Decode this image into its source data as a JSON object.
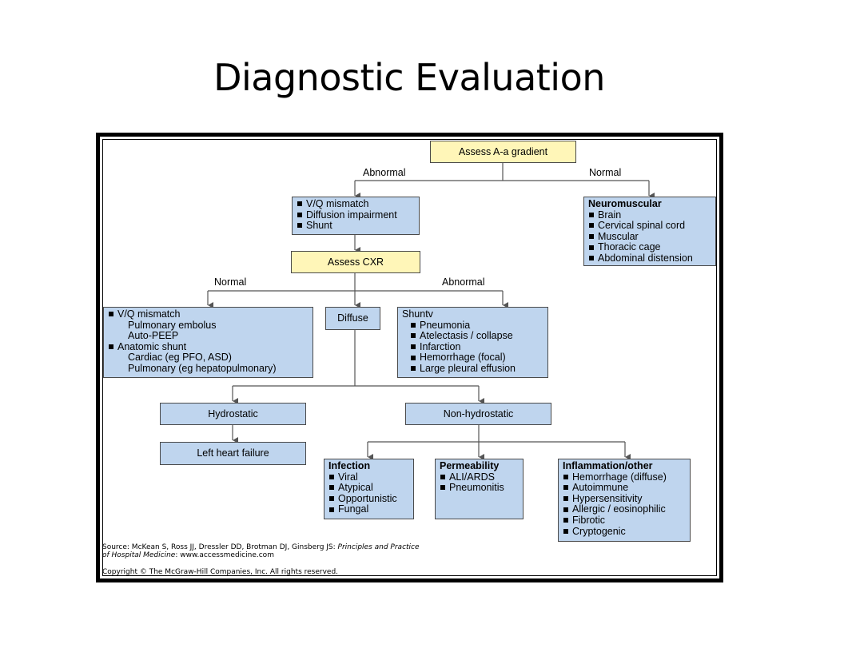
{
  "slide": {
    "title": "Diagnostic Evaluation"
  },
  "flowchart": {
    "assess_aa": "Assess A-a gradient",
    "label_abnormal_top": "Abnormal",
    "label_normal_top": "Normal",
    "mismatch_items": [
      "V/Q mismatch",
      "Diffusion impairment",
      "Shunt"
    ],
    "neuromuscular": {
      "title": "Neuromuscular",
      "items": [
        "Brain",
        "Cervical spinal cord",
        "Muscular",
        "Thoracic cage",
        "Abdominal distension"
      ]
    },
    "assess_cxr": "Assess CXR",
    "label_normal_cxr": "Normal",
    "label_abnormal_cxr": "Abnormal",
    "normal_cxr_box": {
      "vq": "V/Q mismatch",
      "vq_sub": [
        "Pulmonary embolus",
        "Auto-PEEP"
      ],
      "shunt": "Anatomic shunt",
      "shunt_sub": [
        "Cardiac (eg PFO, ASD)",
        "Pulmonary (eg hepatopulmonary)"
      ]
    },
    "diffuse": "Diffuse",
    "shunt_box": {
      "title": "Shuntv",
      "items": [
        "Pneumonia",
        "Atelectasis / collapse",
        "Infarction",
        "Hemorrhage (focal)",
        "Large pleural effusion"
      ]
    },
    "hydrostatic": "Hydrostatic",
    "non_hydrostatic": "Non-hydrostatic",
    "left_heart_failure": "Left heart failure",
    "infection": {
      "title": "Infection",
      "items": [
        "Viral",
        "Atypical",
        "Opportunistic",
        "Fungal"
      ]
    },
    "permeability": {
      "title": "Permeability",
      "items": [
        "ALI/ARDS",
        "Pneumonitis"
      ]
    },
    "inflammation": {
      "title": "Inflammation/other",
      "items": [
        "Hemorrhage (diffuse)",
        "Autoimmune",
        "Hypersensitivity",
        "Allergic / eosinophilic",
        "Fibrotic",
        "Cryptogenic"
      ]
    }
  },
  "footer": {
    "source_prefix": "Source: McKean S, Ross JJ, Dressler DD, Brotman DJ, Ginsberg JS: ",
    "source_title_a": "Principles and Practice",
    "source_title_b": "of Hospital Medicine",
    "source_url": ": www.accessmedicine.com",
    "copyright": "Copyright © The McGraw-Hill Companies, Inc. All rights reserved."
  },
  "colors": {
    "box_blue": "#bfd5ee",
    "box_yellow": "#fff6b8",
    "line": "#555555"
  }
}
